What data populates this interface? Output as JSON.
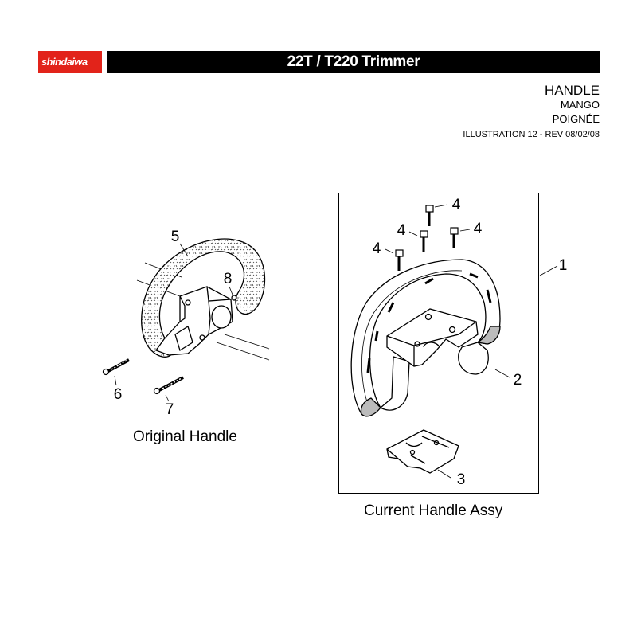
{
  "header": {
    "brand": "shindaiwa",
    "title": "22T / T220 Trimmer"
  },
  "section": {
    "title": "HANDLE",
    "subtitle_es": "MANGO",
    "subtitle_fr": "POIGNÉE",
    "illustration": "ILLUSTRATION 12 - REV 08/02/08"
  },
  "original": {
    "caption": "Original Handle",
    "callouts": [
      "5",
      "8",
      "6",
      "7"
    ]
  },
  "current": {
    "caption": "Current Handle Assy",
    "callouts": [
      "4",
      "4",
      "4",
      "4",
      "1",
      "2",
      "3"
    ]
  },
  "colors": {
    "brand_red": "#e2231a",
    "bar_black": "#000000"
  }
}
